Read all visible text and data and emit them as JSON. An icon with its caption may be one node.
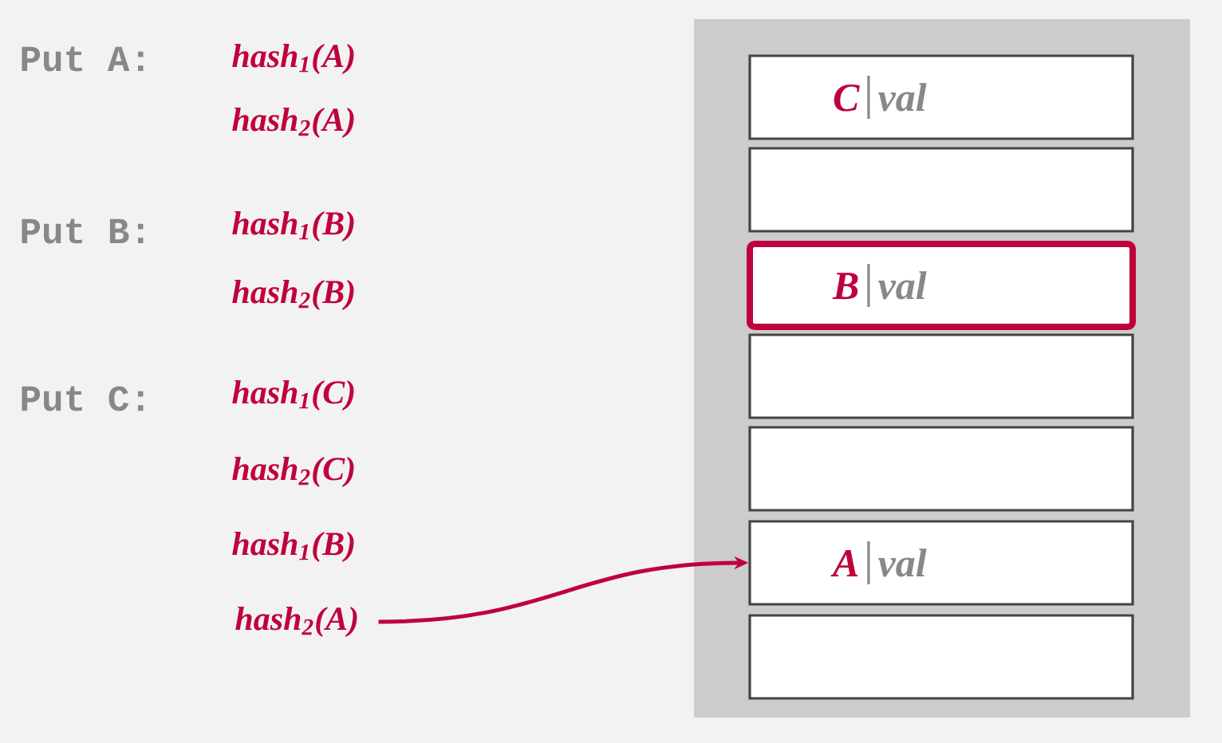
{
  "diagram": {
    "nodes": [
      {
        "text": [
          "hash$_{2}$(A)"
        ]
      },
      {
        "text": [],
        "shape": "box"
      },
      {
        "text": [
          "C",
          "val"
        ],
        "in": 1
      },
      {
        "text": [],
        "shape": "box",
        "in": 1
      },
      {
        "text": [
          "B",
          "val"
        ],
        "in": 1
      },
      {
        "text": [],
        "shape": "box",
        "in": 1
      },
      {
        "text": [],
        "shape": "box",
        "in": 1
      },
      {
        "text": [
          "A",
          "val"
        ],
        "in": 1
      },
      {
        "text": [],
        "shape": "box",
        "in": 1
      }
    ],
    "edges": [
      {
        "from": 0,
        "to": 7,
        "arrow": "to"
      }
    ],
    "labels": [
      "Put A:",
      "hash$_{1}$(A)",
      "hash$_{2}$(A)",
      "Put B:",
      "hash$_{1}$(B)",
      "hash$_{2}$(B)",
      "Put C:",
      "hash$_{1}$(C)",
      "hash$_{2}$(C)",
      "hash$_{1}$(B)"
    ]
  }
}
